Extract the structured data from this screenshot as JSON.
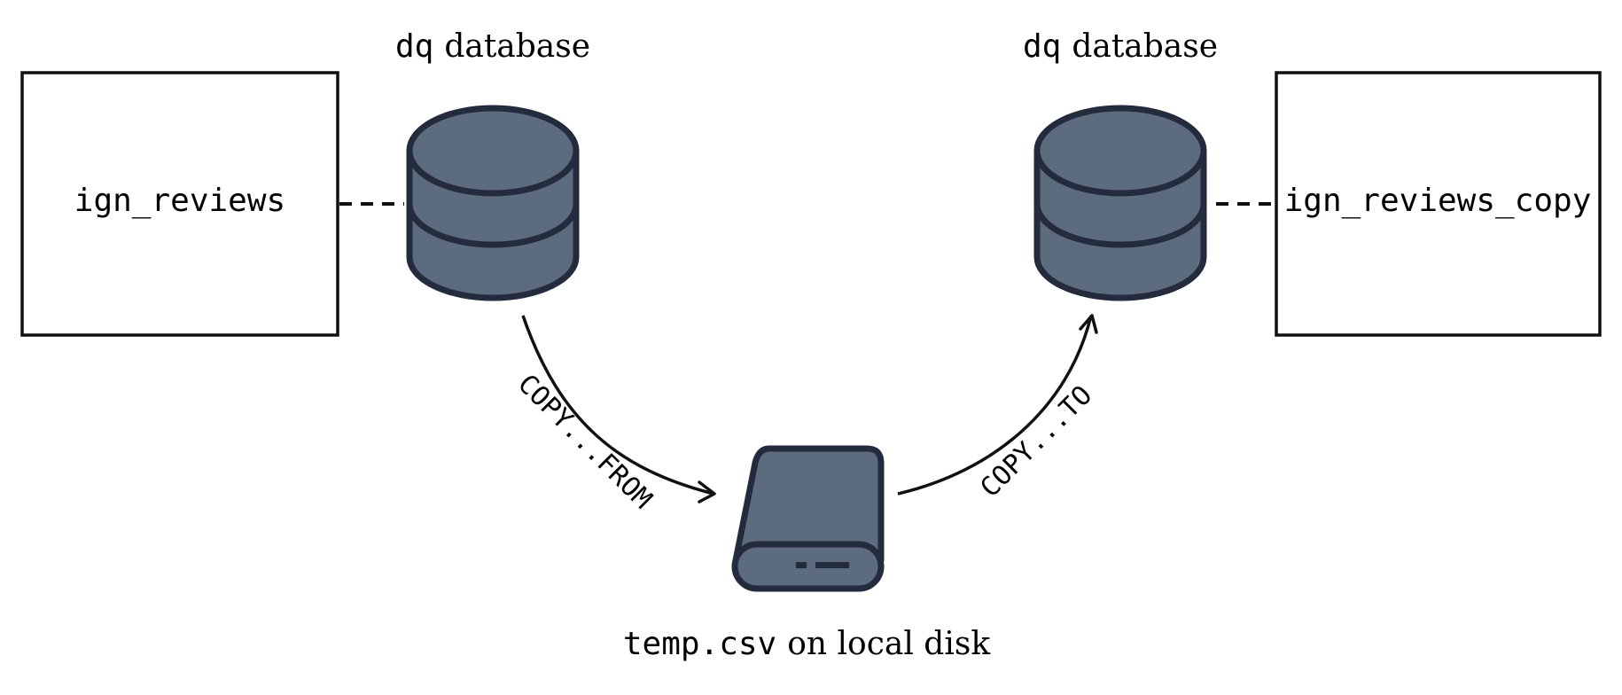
{
  "colors": {
    "db_fill": "#5c6b7d",
    "db_stroke": "#242b3d",
    "line": "#111111"
  },
  "source": {
    "db_code": "dq",
    "db_label": "database",
    "table": "ign_reviews",
    "icon": "database-icon"
  },
  "target": {
    "db_code": "dq",
    "db_label": "database",
    "table": "ign_reviews_copy",
    "icon": "database-icon"
  },
  "disk": {
    "file": "temp.csv",
    "label": "on local disk",
    "icon": "hard-drive-icon"
  },
  "flows": {
    "export": "COPY...FROM",
    "import": "COPY...TO"
  }
}
